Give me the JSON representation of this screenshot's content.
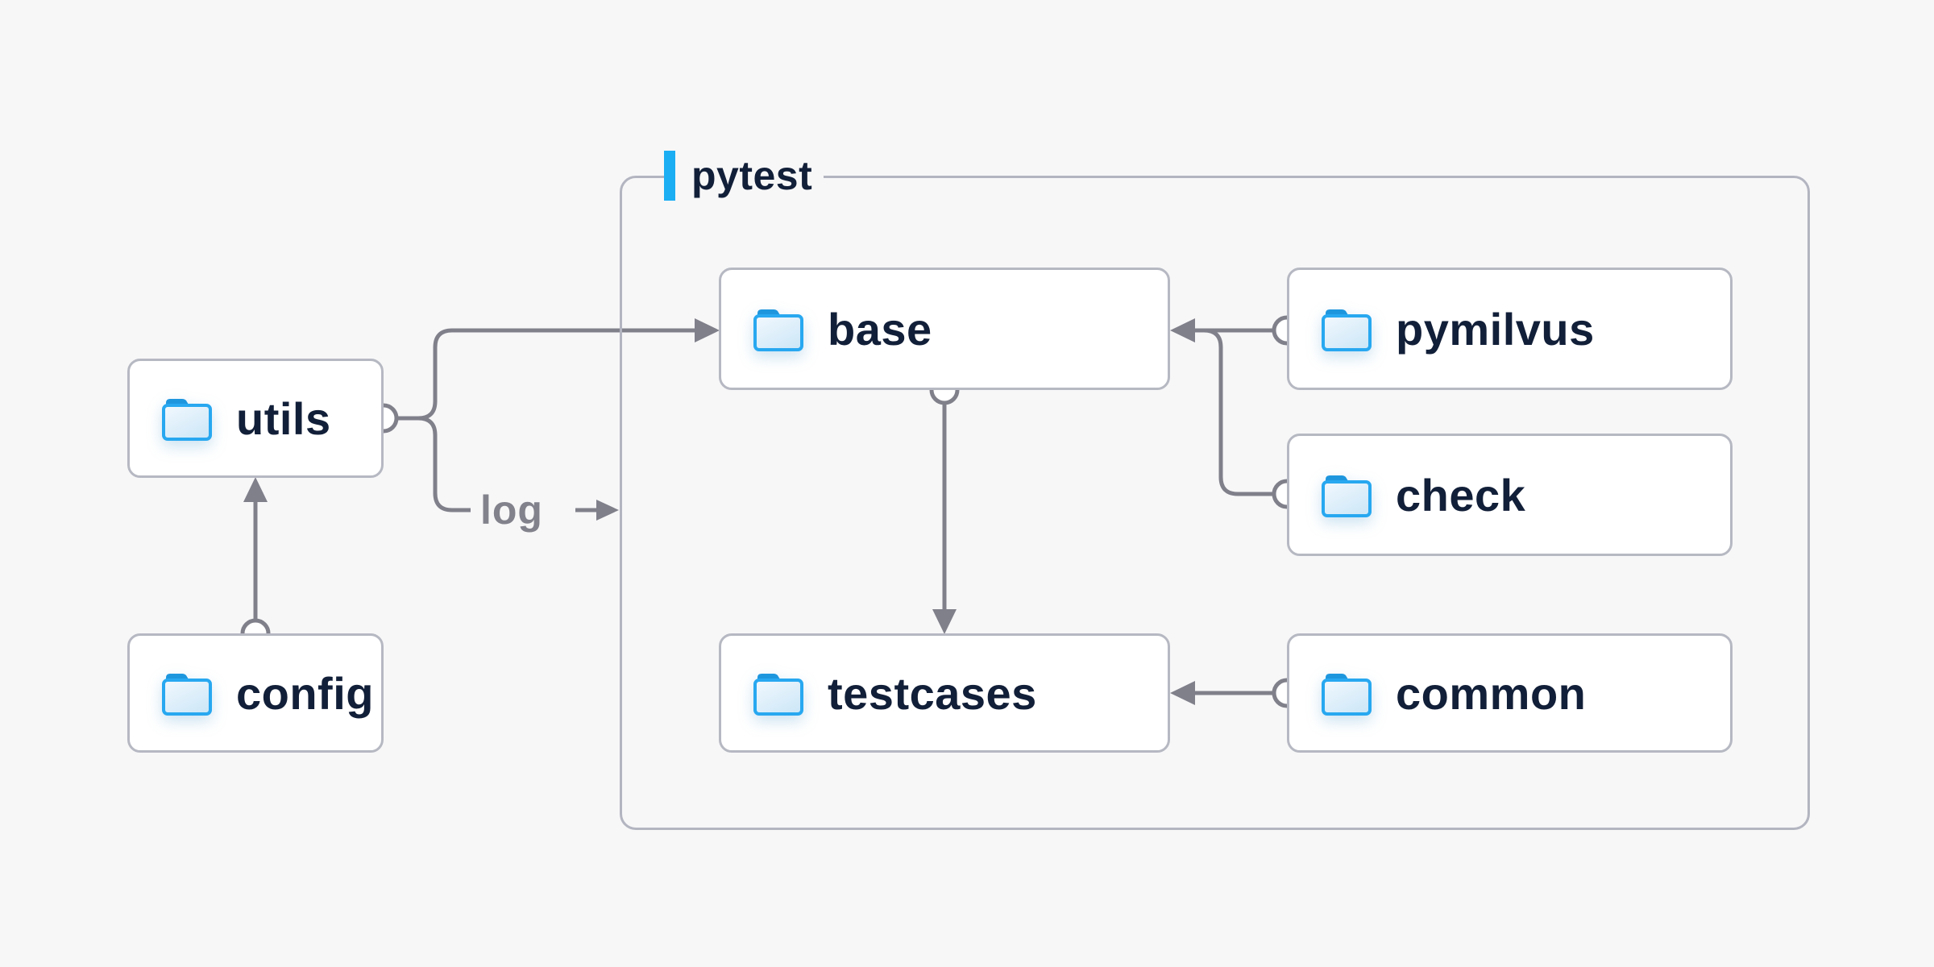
{
  "diagram": {
    "title_group": {
      "label": "pytest",
      "accent_color": "#1baef3"
    },
    "nodes": [
      {
        "id": "utils",
        "label": "utils",
        "icon": "folder-icon"
      },
      {
        "id": "config",
        "label": "config",
        "icon": "folder-icon"
      },
      {
        "id": "base",
        "label": "base",
        "icon": "folder-icon"
      },
      {
        "id": "pymilvus",
        "label": "pymilvus",
        "icon": "folder-icon"
      },
      {
        "id": "check",
        "label": "check",
        "icon": "folder-icon"
      },
      {
        "id": "testcases",
        "label": "testcases",
        "icon": "folder-icon"
      },
      {
        "id": "common",
        "label": "common",
        "icon": "folder-icon"
      }
    ],
    "edges": [
      {
        "from": "config",
        "to": "utils",
        "label": ""
      },
      {
        "from": "utils",
        "to": "base",
        "label": ""
      },
      {
        "from": "utils",
        "to": "pytest",
        "label": "log"
      },
      {
        "from": "pymilvus",
        "to": "base",
        "label": ""
      },
      {
        "from": "check",
        "to": "base",
        "label": ""
      },
      {
        "from": "base",
        "to": "testcases",
        "label": ""
      },
      {
        "from": "common",
        "to": "testcases",
        "label": ""
      }
    ],
    "colors": {
      "background": "#f7f7f8",
      "node_background": "#ffffff",
      "node_border": "#b6b8c2",
      "wire": "#80808b",
      "text": "#121f38",
      "muted_text": "#82828c",
      "folder_blue": "#28a8f0",
      "folder_tab_blue": "#1e96de"
    }
  }
}
